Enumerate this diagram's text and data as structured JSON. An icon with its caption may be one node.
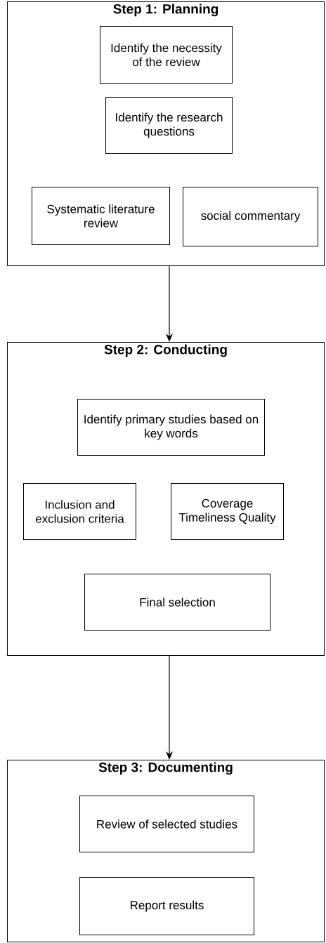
{
  "diagram": {
    "nodes": [
      {
        "text": [
          "Step 1: Planning"
        ]
      },
      {
        "text": [
          "Identify the necessity of the review"
        ],
        "in": 0
      },
      {
        "text": [
          "Identify the research questions"
        ],
        "in": 0
      },
      {
        "text": [
          "Systematic literature review"
        ],
        "in": 0
      },
      {
        "text": [
          "social commentary"
        ],
        "in": 0
      },
      {
        "text": [
          "Step 2: Conducting"
        ]
      },
      {
        "text": [
          "Identify primary studies based on key words"
        ],
        "in": 5
      },
      {
        "text": [
          "Inclusion and exclusion criteria"
        ],
        "in": 5
      },
      {
        "text": [
          "Coverage Timeliness Quality"
        ],
        "in": 5
      },
      {
        "text": [
          "Final selection"
        ],
        "in": 5
      },
      {
        "text": [
          "Step 3: Documenting"
        ]
      },
      {
        "text": [
          "Review of selected studies"
        ],
        "in": 10
      },
      {
        "text": [
          "Report results"
        ],
        "in": 10
      }
    ],
    "edges": [
      {
        "from": 0,
        "to": 5,
        "arrow": "to"
      },
      {
        "from": 5,
        "to": 10,
        "arrow": "to"
      }
    ]
  }
}
